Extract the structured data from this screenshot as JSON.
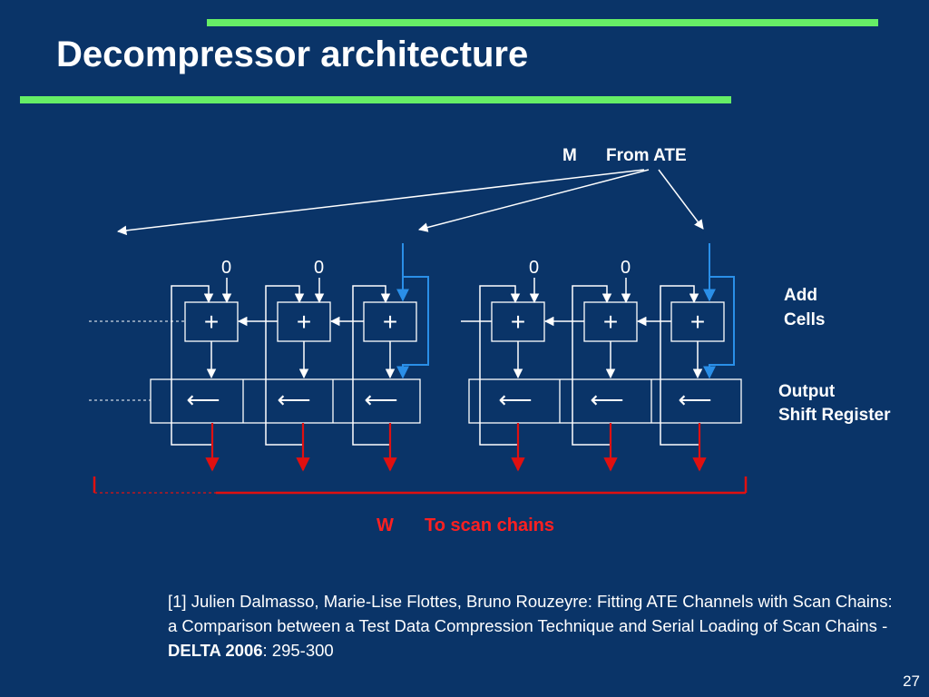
{
  "slide": {
    "title": "Decompressor architecture",
    "page_number": "27",
    "accent_color": "#66ee66",
    "background_color": "#0a3468"
  },
  "diagram": {
    "input_bus_label": "M",
    "input_source_label": "From ATE",
    "zero_inputs": [
      "0",
      "0",
      "0",
      "0"
    ],
    "add_cells_label": [
      "Add",
      "Cells"
    ],
    "output_register_label": [
      "Output",
      "Shift Register"
    ],
    "output_bus_label": "W",
    "output_target_label": "To scan chains",
    "adder_symbol": "+",
    "shift_symbol": "⟵",
    "colors": {
      "wire": "#ffffff",
      "input_line": "#2a8fe8",
      "output_line": "#e01010",
      "output_text": "#ff2020"
    }
  },
  "reference": {
    "text_before_bold": "[1] Julien Dalmasso, Marie-Lise Flottes, Bruno Rouzeyre: Fitting ATE Channels with Scan Chains: a Comparison between a Test Data Compression Technique and Serial Loading of Scan Chains - ",
    "bold": "DELTA 2006",
    "text_after_bold": ": 295-300"
  }
}
